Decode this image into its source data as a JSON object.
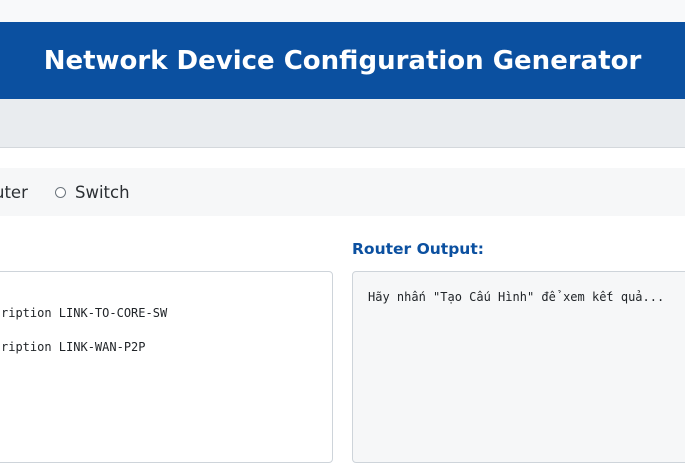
{
  "header": {
    "title": "Network Device Configuration Generator"
  },
  "device_types": [
    {
      "label": "Router",
      "visible_label": "uter",
      "selected": false
    },
    {
      "label": "Switch",
      "selected": false
    }
  ],
  "config_input": {
    "lines": [
      "ription LINK-TO-CORE-SW",
      "ription LINK-WAN-P2P"
    ]
  },
  "output": {
    "label": "Router Output:",
    "text": "Hãy nhấn \"Tạo Cấu Hình\" để xem kết quả..."
  },
  "colors": {
    "accent": "#0b50a0",
    "toolbar": "#e9ecef",
    "output_bg": "#f6f7f8"
  }
}
